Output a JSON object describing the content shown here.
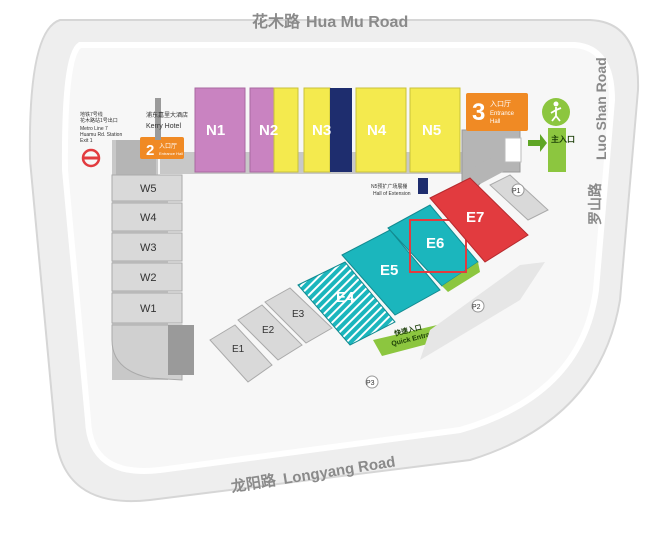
{
  "roads": {
    "north_cn": "花木路",
    "north_en": "Hua Mu Road",
    "south_cn": "龙阳路",
    "south_en": "Longyang Road",
    "east_cn": "罗山路",
    "east_en": "Luo Shan Road"
  },
  "halls": {
    "n1": "N1",
    "n2": "N2",
    "n3": "N3",
    "n4": "N4",
    "n5": "N5",
    "e1": "E1",
    "e2": "E2",
    "e3": "E3",
    "e4": "E4",
    "e5": "E5",
    "e6": "E6",
    "e7": "E7",
    "w1": "W1",
    "w2": "W2",
    "w3": "W3",
    "w4": "W4",
    "w5": "W5"
  },
  "entrances": {
    "hall2_num": "2",
    "hall2_cn": "入口厅",
    "hall2_en": "Entrance Hall",
    "hall3_num": "3",
    "hall3_cn": "入口厅",
    "hall3_en1": "Entrance",
    "hall3_en2": "Hall",
    "main_cn": "主入口",
    "quick_cn": "快速入口",
    "quick_en": "Quick Entrance"
  },
  "landmarks": {
    "kerry_cn": "浦东嘉里大酒店",
    "kerry_en": "Kerry Hotel",
    "metro_cn1": "地铁7号线",
    "metro_cn2": "花木路站1号出口",
    "metro_en1": "Metro Line 7",
    "metro_en2": "Huamu Rd. Station",
    "metro_en3": "Exit 1",
    "n5_ext_cn": "N5预扩广场展棚",
    "n5_ext_en": "Hall of Extension"
  },
  "parking": {
    "p1": "P1",
    "p2": "P2",
    "p3": "P3"
  },
  "colors": {
    "magenta": "#c983c1",
    "yellow": "#f4ea4e",
    "navy": "#1e2d6e",
    "teal": "#1bb6bd",
    "red": "#e23b3f",
    "orange": "#f08a24",
    "green": "#8cc63f",
    "gray": "#c8c8c8",
    "highlight": "#e23b3f"
  }
}
